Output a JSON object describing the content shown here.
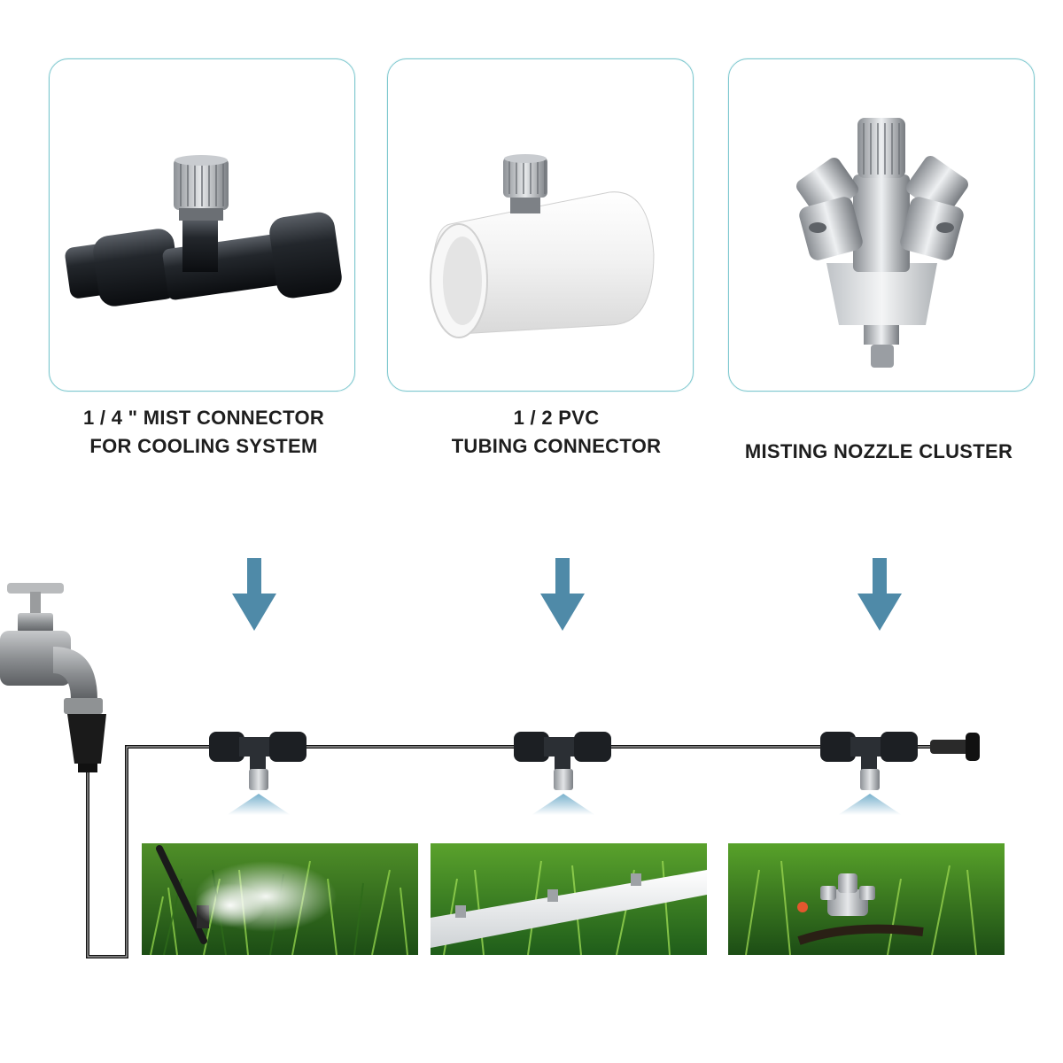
{
  "products": [
    {
      "name": "mist-connector",
      "caption_lines": [
        "1 / 4 \" MIST CONNECTOR",
        "FOR COOLING SYSTEM"
      ],
      "icon": "black-tee-connector-with-nozzle"
    },
    {
      "name": "pvc-connector",
      "caption_lines": [
        "1 / 2 PVC",
        "TUBING CONNECTOR"
      ],
      "icon": "white-pvc-coupling-with-nozzle"
    },
    {
      "name": "nozzle-cluster",
      "caption_lines": [
        "MISTING NOZZLE CLUSTER"
      ],
      "icon": "five-head-misting-nozzle-cluster"
    }
  ],
  "colors": {
    "card_border": "#7ec8cf",
    "arrow": "#4f8aa8",
    "tubing": "#111111",
    "spray": "#6aa9c8",
    "grass_dark": "#1f5d1a",
    "grass_light": "#6fb52e"
  },
  "scene": {
    "icons": [
      "water-faucet-icon",
      "tubing-line",
      "tee-connector-icon",
      "end-plug-icon",
      "spray-cone-icon"
    ],
    "photos": [
      "grass-mist-spray-photo",
      "pvc-pipe-nozzles-photo",
      "nozzle-cluster-in-grass-photo"
    ]
  }
}
